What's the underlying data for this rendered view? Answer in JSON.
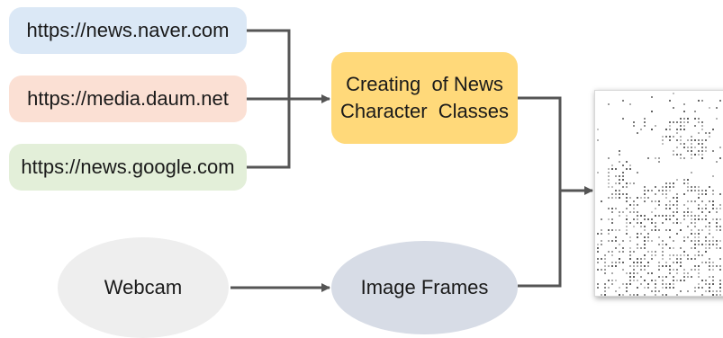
{
  "sources": [
    {
      "id": "url1",
      "label": "https://news.naver.com",
      "color": "#dbe8f6"
    },
    {
      "id": "url2",
      "label": "https://media.daum.net",
      "color": "#fbe0d4"
    },
    {
      "id": "url3",
      "label": "https://news.google.com",
      "color": "#e3efd9"
    }
  ],
  "process": {
    "line1": "Creating  of News",
    "line2": "Character  Classes",
    "color": "#ffd97a"
  },
  "webcam": {
    "label": "Webcam",
    "color": "#eeeeee"
  },
  "frames": {
    "label": "Image Frames",
    "color": "#d7dce6"
  },
  "output": {
    "icon": "ascii-art-portrait-image"
  },
  "connector_color": "#555555"
}
